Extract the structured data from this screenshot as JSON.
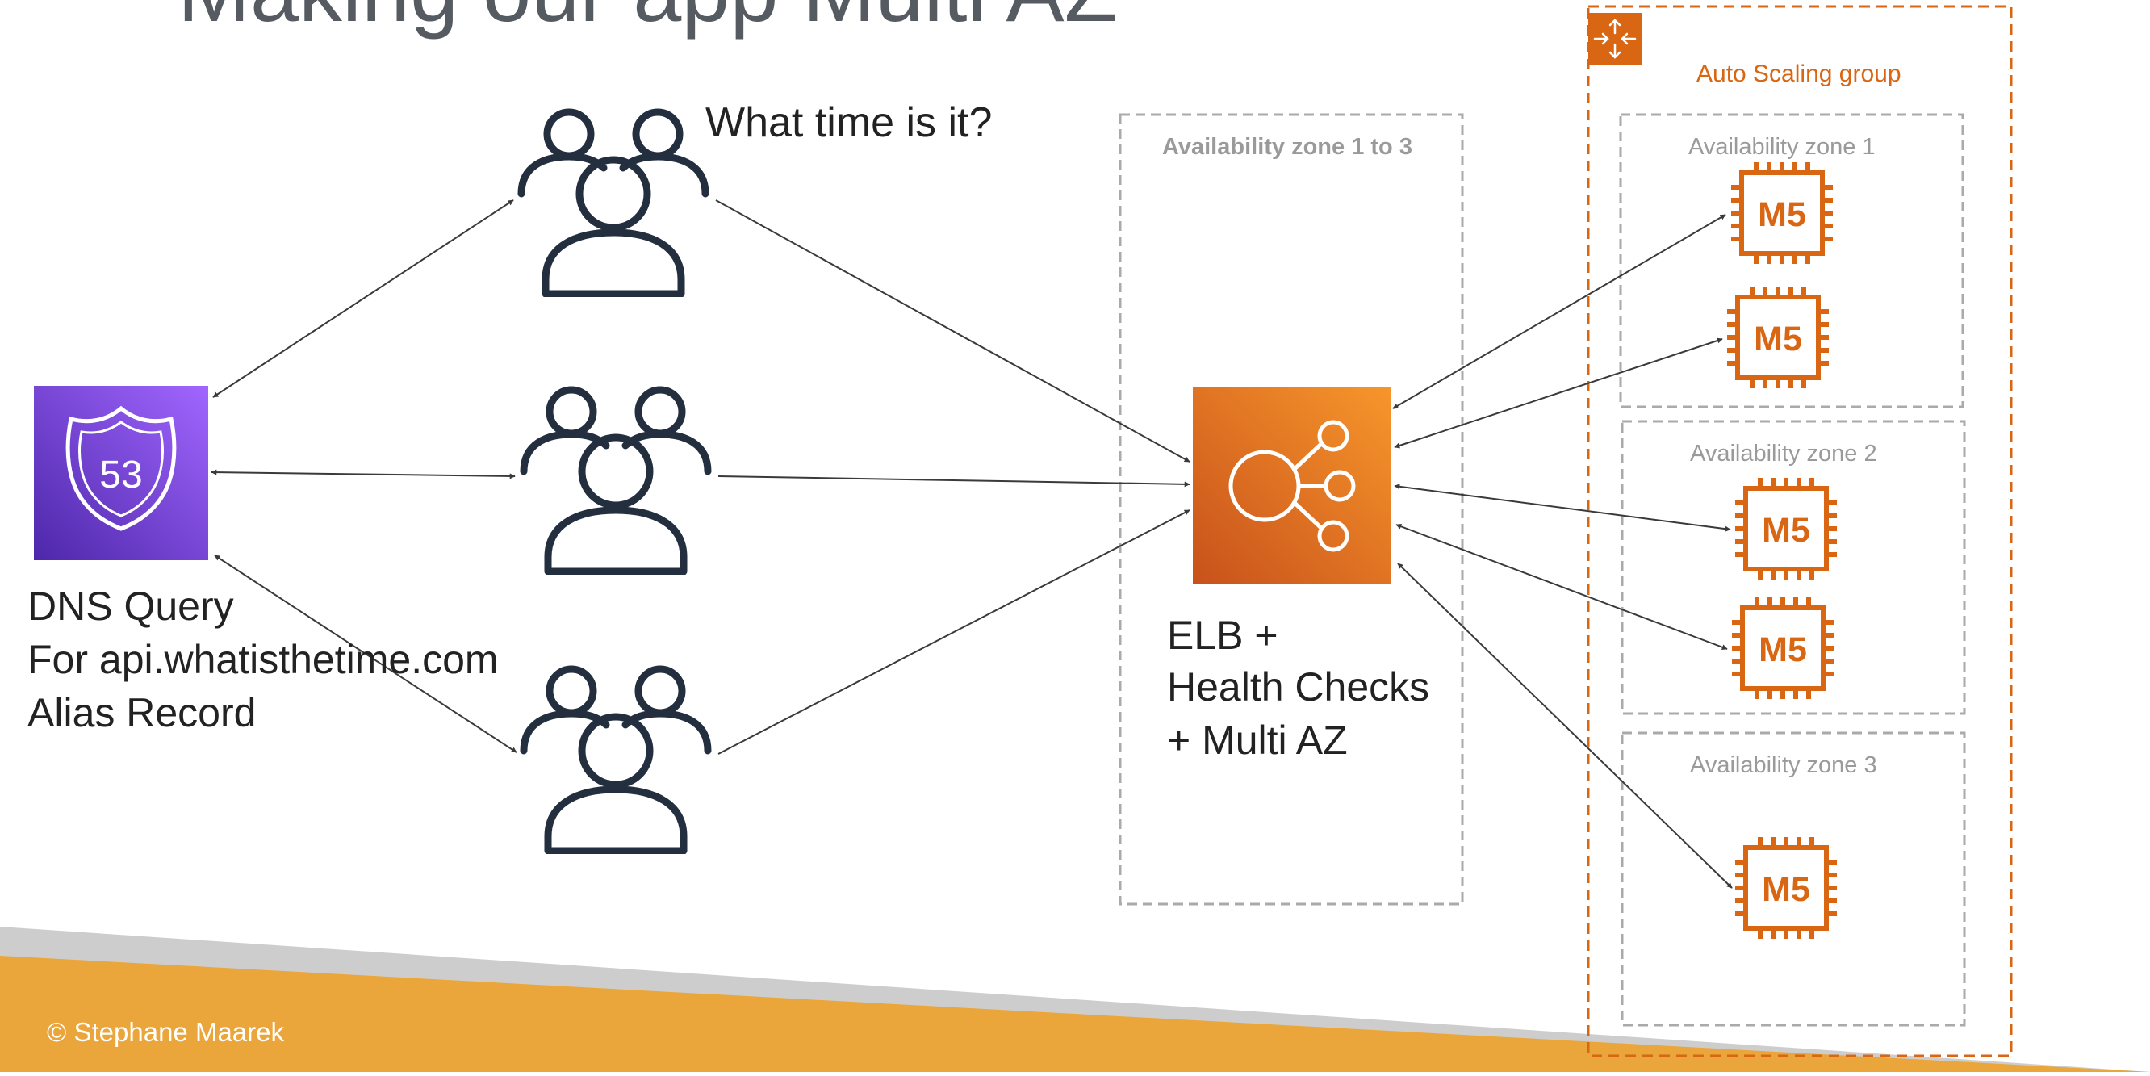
{
  "slide": {
    "title_fragment": "Making our app Multi AZ",
    "question": "What time is it?",
    "copyright": "© Stephane Maarek"
  },
  "route53": {
    "icon": "route53-icon",
    "badge_text": "53",
    "lines": [
      "DNS Query",
      "For api.whatisthetime.com",
      "Alias Record"
    ]
  },
  "users": {
    "icon": "users-group-icon",
    "count": 3
  },
  "elb": {
    "icon": "elastic-load-balancer-icon",
    "lines": [
      "ELB +",
      "Health Checks",
      "+ Multi AZ"
    ],
    "zone_label": "Availability zone 1 to 3"
  },
  "asg": {
    "icon": "auto-scaling-icon",
    "label": "Auto Scaling group",
    "zones": [
      {
        "label": "Availability zone 1",
        "instances": [
          "M5",
          "M5"
        ]
      },
      {
        "label": "Availability zone 2",
        "instances": [
          "M5",
          "M5"
        ]
      },
      {
        "label": "Availability zone 3",
        "instances": [
          "M5"
        ]
      }
    ]
  },
  "colors": {
    "aws_orange": "#d86613",
    "elb_gradient": [
      "#f7962b",
      "#c8511b"
    ],
    "route53_gradient": [
      "#4d27aa",
      "#a166ff"
    ],
    "footer_orange": "#eaa63b",
    "footer_gray": "#cdcdcd",
    "dashed_gray": "#aaaaaa",
    "icon_dark": "#232f3e"
  }
}
